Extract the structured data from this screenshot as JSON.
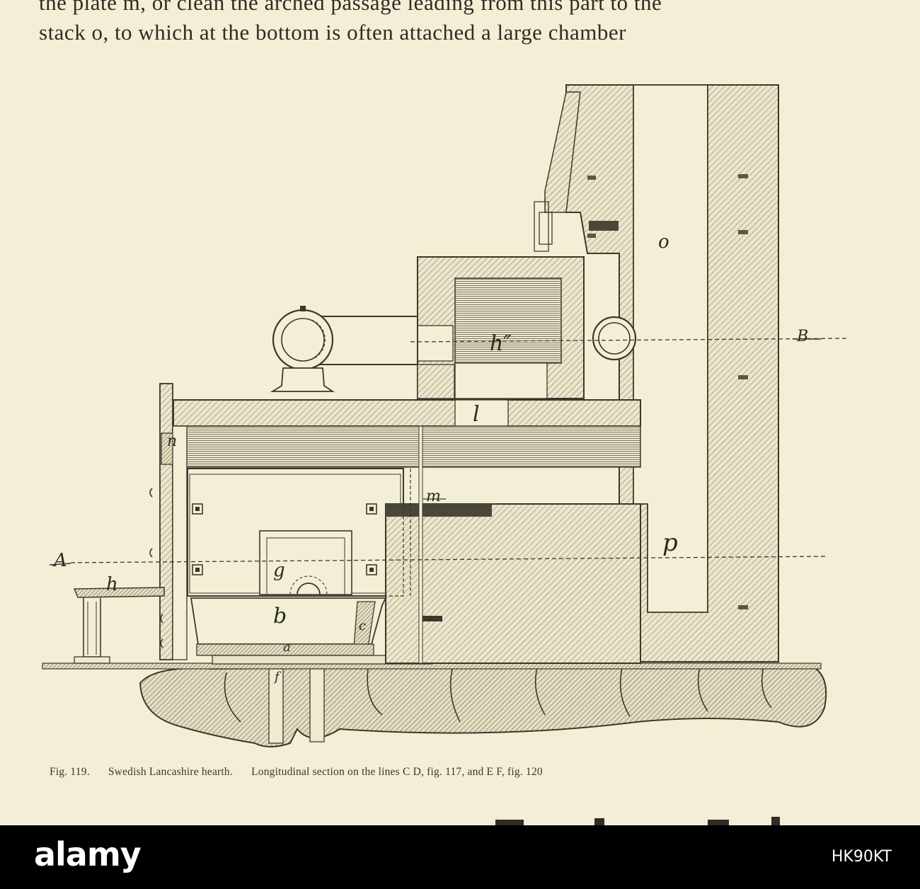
{
  "text": {
    "line1": "the plate m, or clean the arched passage leading from this part to the",
    "line2": "stack o, to which at the bottom is often attached a large chamber"
  },
  "figure": {
    "labels": {
      "o": "o",
      "h2": "h″",
      "B": "B",
      "l": "l",
      "n": "n",
      "m": "m",
      "p": "p",
      "A": "A",
      "g": "g",
      "h": "h",
      "b": "b",
      "c": "c",
      "a": "a",
      "f": "f"
    }
  },
  "caption": {
    "figure_number": "Fig. 119.",
    "title": "Swedish Lancashire hearth.",
    "description": "Longitudinal section on the lines C D, fig. 117, and E F, fig. 120"
  },
  "watermark": {
    "brand": "alamy",
    "image_id": "HK90KT"
  },
  "colors": {
    "paper": "#f3efd6",
    "ink": "#2b2822",
    "footer": "#000000"
  }
}
